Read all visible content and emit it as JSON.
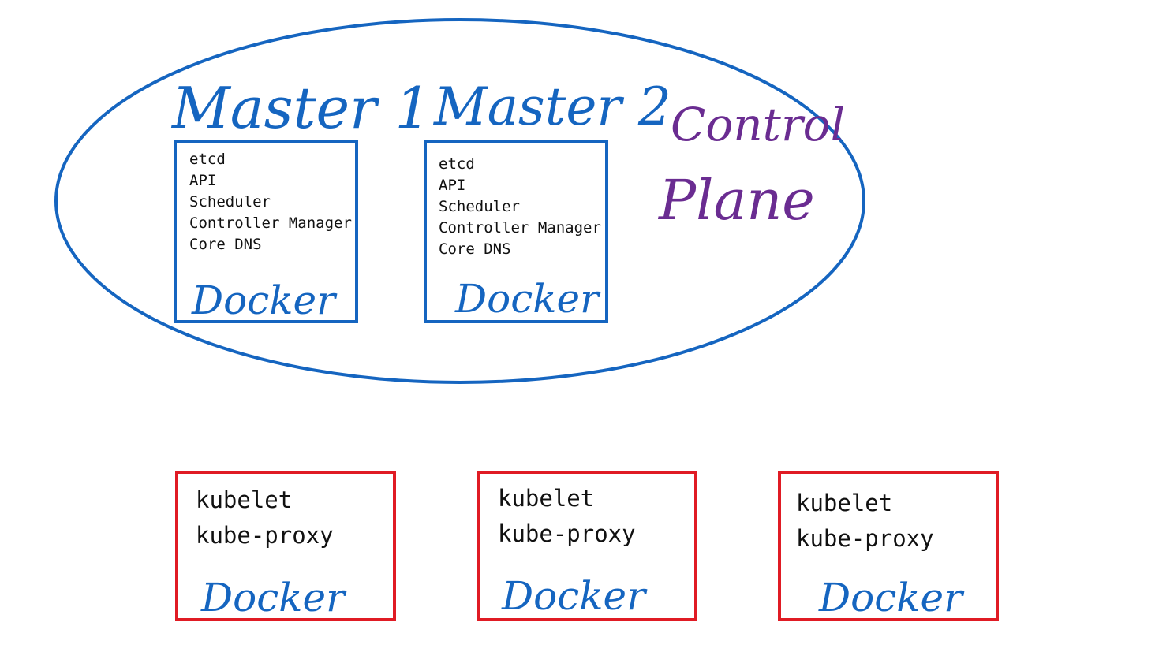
{
  "control_plane": {
    "title_line1": "Control",
    "title_line2": "Plane",
    "masters": [
      {
        "title": "Master 1",
        "components": [
          "etcd",
          "API",
          "Scheduler",
          "Controller Manager",
          "Core DNS"
        ],
        "runtime": "Docker"
      },
      {
        "title": "Master 2",
        "components": [
          "etcd",
          "API",
          "Scheduler",
          "Controller Manager",
          "Core DNS"
        ],
        "runtime": "Docker"
      }
    ]
  },
  "workers": [
    {
      "components": [
        "kubelet",
        "kube-proxy"
      ],
      "runtime": "Docker"
    },
    {
      "components": [
        "kubelet",
        "kube-proxy"
      ],
      "runtime": "Docker"
    },
    {
      "components": [
        "kubelet",
        "kube-proxy"
      ],
      "runtime": "Docker"
    }
  ],
  "colors": {
    "master_stroke": "#1565c0",
    "worker_stroke": "#e01b24",
    "label_purple": "#6a2c91",
    "text": "#111111"
  }
}
